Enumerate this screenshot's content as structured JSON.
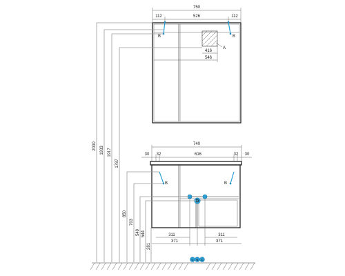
{
  "mirror": {
    "width_overall": "750",
    "top_left_offset": "112",
    "top_center_span": "526",
    "top_right_offset": "112",
    "shelf_width_inner": "416",
    "shelf_width_outer": "546",
    "mount_marker_left": "B",
    "mount_marker_right": "B",
    "detail_marker": "A"
  },
  "cabinet": {
    "width_overall": "740",
    "edge_left": "30",
    "inset_left": "32",
    "center_span": "616",
    "inset_right": "32",
    "edge_right": "30",
    "mount_marker_left": "B",
    "mount_marker_right": "B",
    "drain_marker": "D",
    "bottom_left_inner": "311",
    "bottom_left_outer": "371",
    "bottom_right_inner": "311",
    "bottom_right_outer": "371"
  },
  "heights": [
    "2000",
    "1933",
    "1917",
    "1787",
    "850",
    "703",
    "549",
    "544",
    "281"
  ],
  "floor": {
    "connection_markers": [
      "C",
      "B",
      "C"
    ]
  }
}
